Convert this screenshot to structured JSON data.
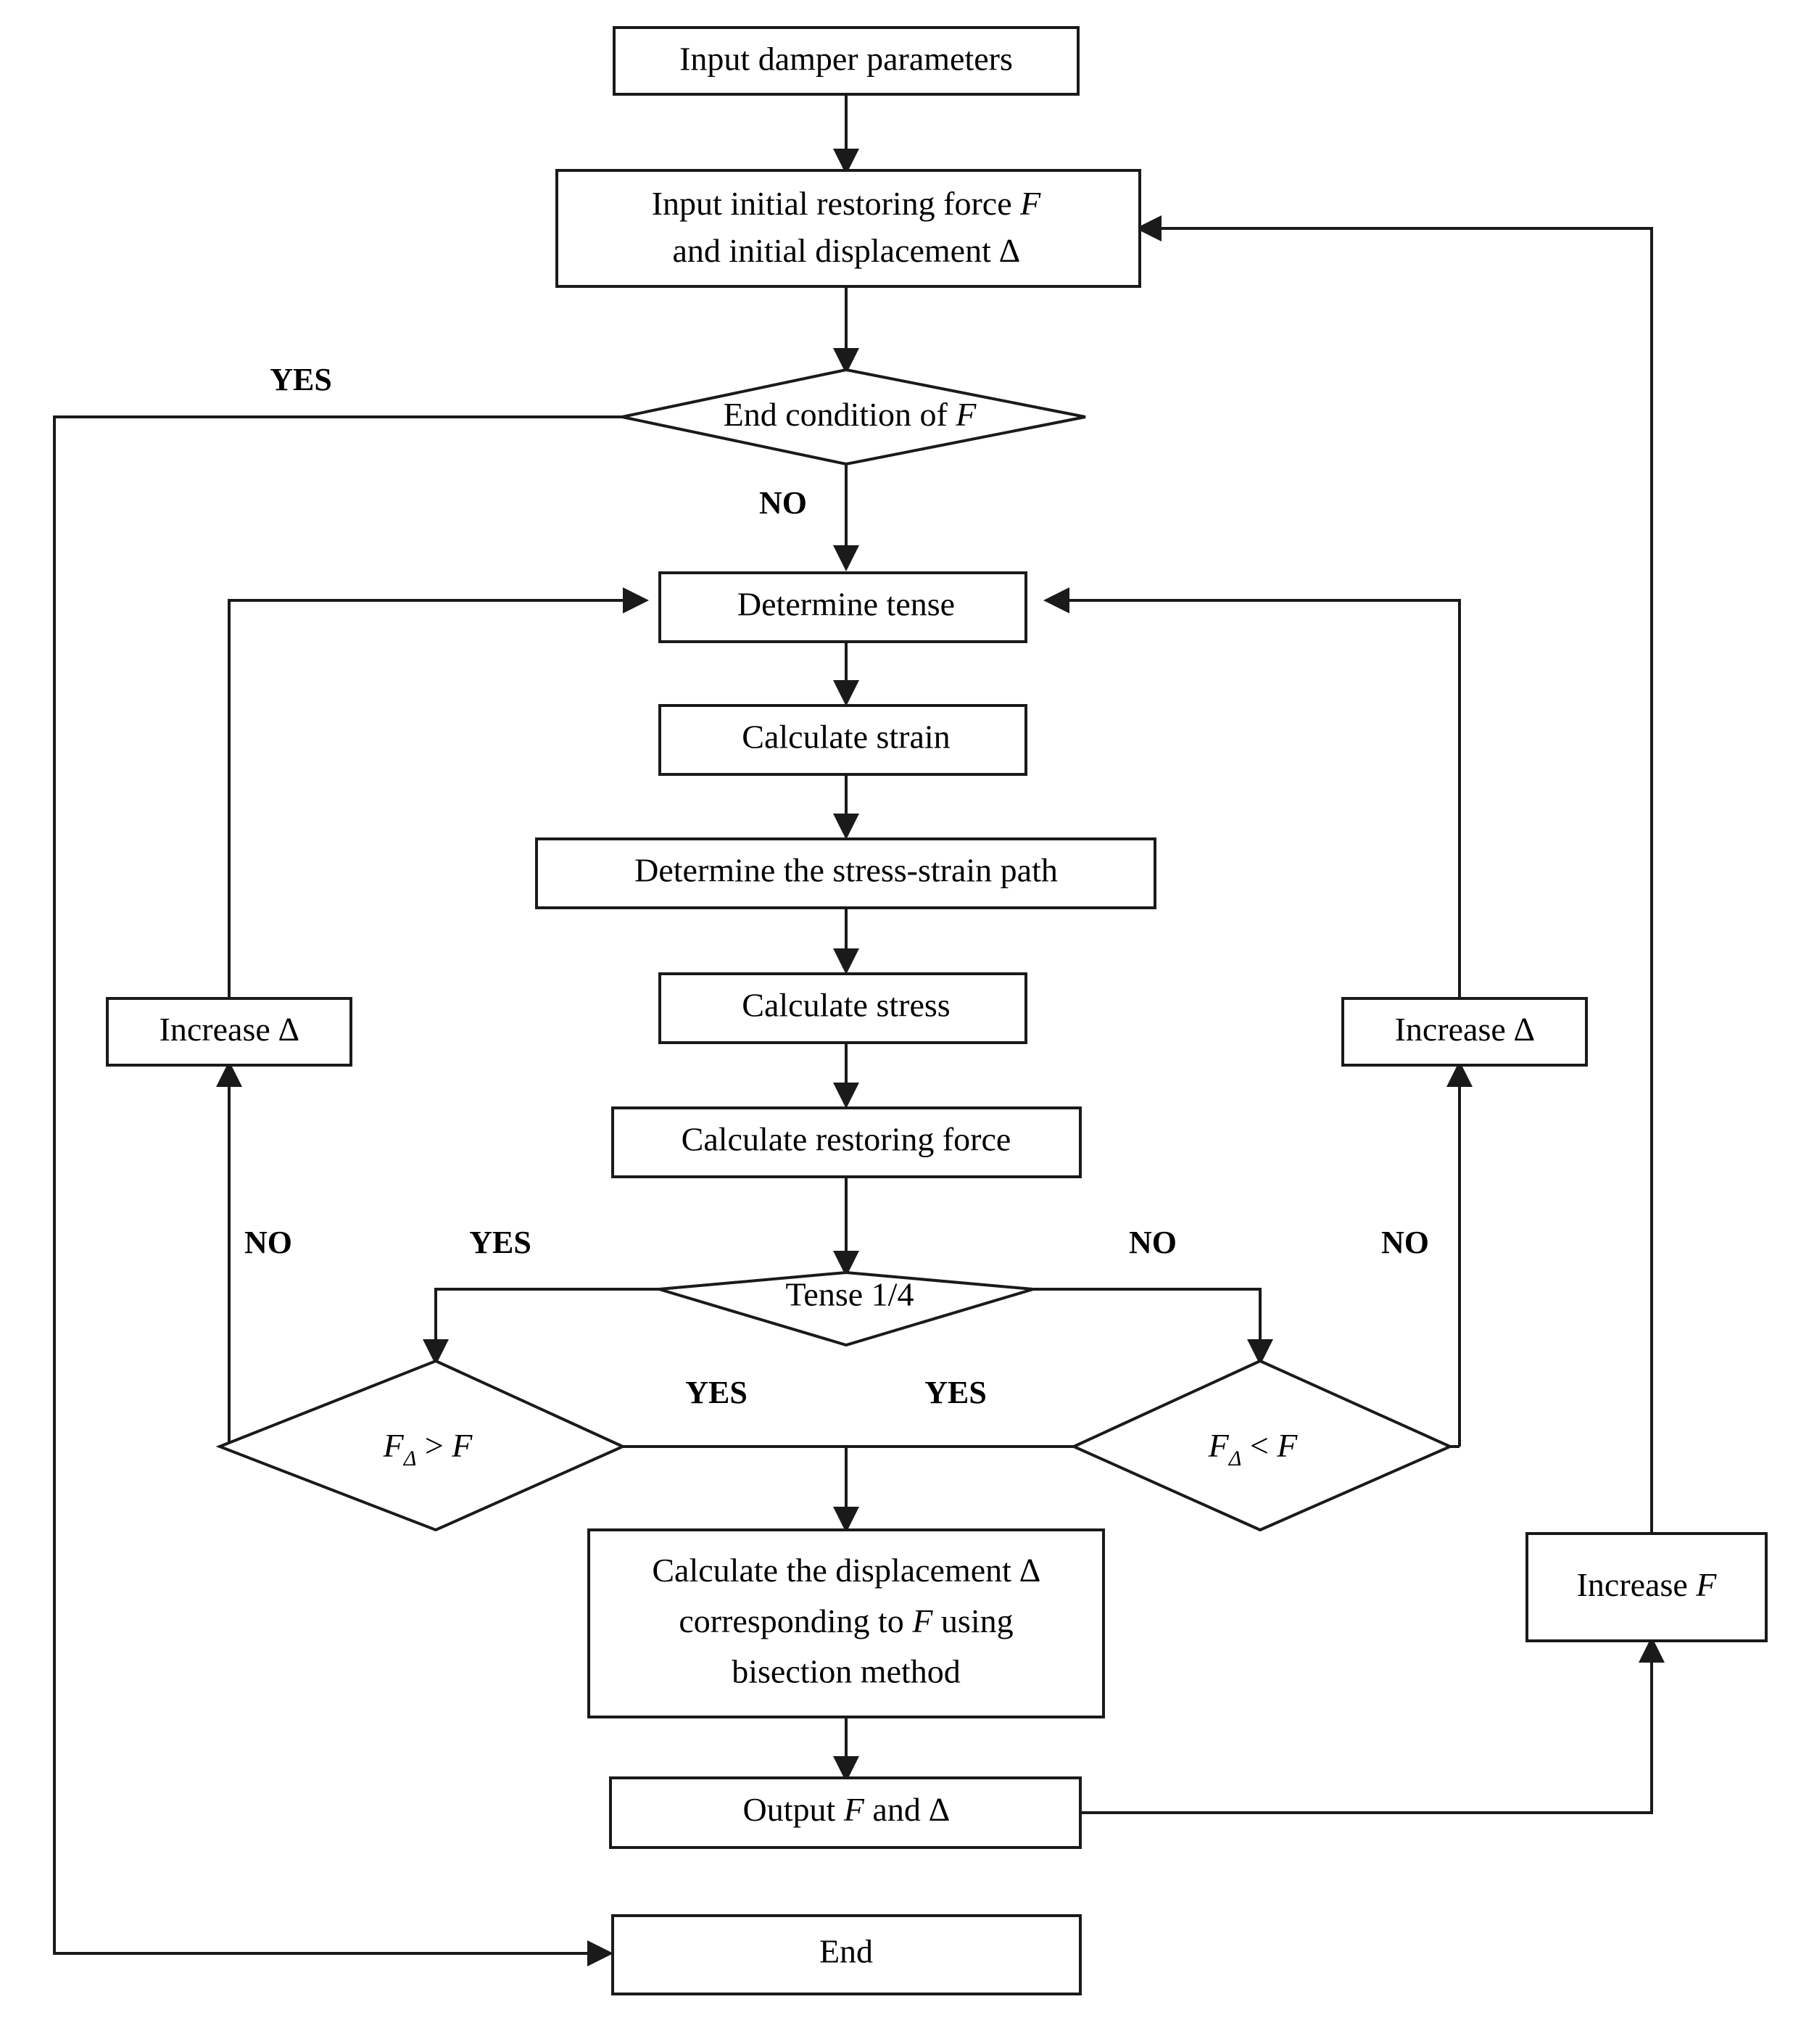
{
  "diagram": {
    "title": "Damper restoring force calculation flowchart",
    "type": "flowchart",
    "stroke_color": "#1a1a1a",
    "fill_color": "#ffffff",
    "text_color": "#000000"
  },
  "nodes": {
    "input_damper": {
      "label": "Input damper parameters",
      "shape": "process"
    },
    "input_initial_l1": {
      "label": "Input initial restoring force ",
      "shape": "process"
    },
    "input_initial_v1": {
      "label": "F"
    },
    "input_initial_l2": {
      "label": "and initial displacement "
    },
    "input_initial_v2": {
      "label": "∆"
    },
    "end_condition_l": {
      "label": "End condition of "
    },
    "end_condition_v": {
      "label": "F"
    },
    "determine_tense": {
      "label": "Determine tense",
      "shape": "process"
    },
    "calculate_strain": {
      "label": "Calculate strain",
      "shape": "process"
    },
    "determine_path": {
      "label": "Determine the stress-strain path",
      "shape": "process"
    },
    "calculate_stress": {
      "label": "Calculate stress",
      "shape": "process"
    },
    "calculate_force": {
      "label": "Calculate restoring force",
      "shape": "process"
    },
    "increase_delta_left_l": {
      "label": "Increase "
    },
    "increase_delta_left_v": {
      "label": "∆"
    },
    "increase_delta_right_l": {
      "label": "Increase "
    },
    "increase_delta_right_v": {
      "label": "∆"
    },
    "tense_quarter": {
      "label": "Tense 1/4",
      "shape": "decision"
    },
    "fd_gt_f_f1": {
      "label": "F"
    },
    "fd_gt_f_sub": {
      "label": "Δ"
    },
    "fd_gt_f_op": {
      "label": " > "
    },
    "fd_gt_f_f2": {
      "label": "F"
    },
    "fd_lt_f_f1": {
      "label": "F"
    },
    "fd_lt_f_sub": {
      "label": "Δ"
    },
    "fd_lt_f_op": {
      "label": " < "
    },
    "fd_lt_f_f2": {
      "label": "F"
    },
    "bisection_l1": {
      "label": "Calculate the displacement "
    },
    "bisection_v1": {
      "label": "∆"
    },
    "bisection_l2a": {
      "label": "corresponding to "
    },
    "bisection_v2": {
      "label": "F"
    },
    "bisection_l2b": {
      "label": " using"
    },
    "bisection_l3": {
      "label": "bisection method"
    },
    "output_l1": {
      "label": "Output "
    },
    "output_v1": {
      "label": "F"
    },
    "output_l2": {
      "label": " and "
    },
    "output_v2": {
      "label": "∆"
    },
    "increase_f_l": {
      "label": "Increase "
    },
    "increase_f_v": {
      "label": "F"
    },
    "end": {
      "label": "End",
      "shape": "terminator"
    }
  },
  "edge_labels": {
    "end_condition_yes": "YES",
    "end_condition_no": "NO",
    "tense_yes": "YES",
    "tense_no": "NO",
    "fd_gt_no": "NO",
    "fd_gt_yes": "YES",
    "fd_lt_yes": "YES",
    "fd_lt_no": "NO"
  }
}
